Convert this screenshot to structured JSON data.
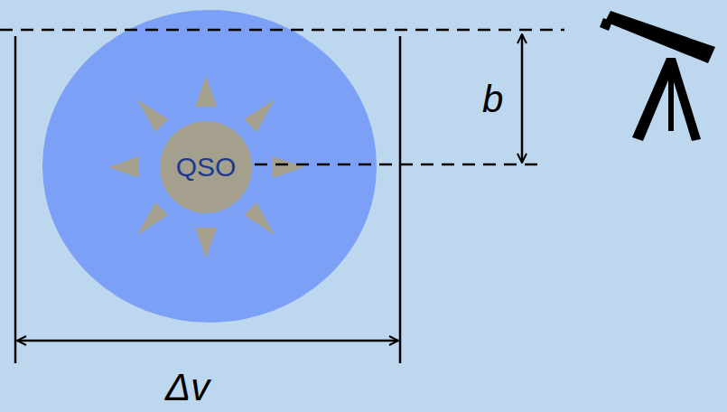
{
  "diagram": {
    "nodes": [
      {
        "text": [
          "QSO"
        ]
      }
    ],
    "labels": [
      "b",
      "Δv"
    ]
  }
}
